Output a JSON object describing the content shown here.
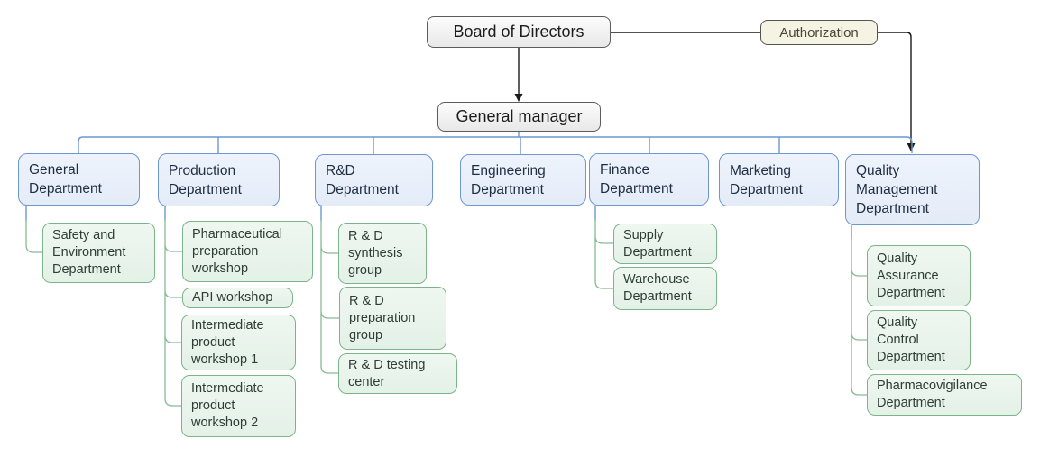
{
  "nodes": {
    "board_of_directors": {
      "label": "Board of Directors"
    },
    "authorization": {
      "label": "Authorization"
    },
    "general_manager": {
      "label": "General manager"
    },
    "departments": [
      {
        "label": "General Department",
        "children": [
          "Safety and Environment Department"
        ]
      },
      {
        "label": "Production Department",
        "children": [
          "Pharmaceutical preparation workshop",
          "API workshop",
          "Intermediate product workshop 1",
          "Intermediate product workshop 2"
        ]
      },
      {
        "label": "R&D Department",
        "children": [
          "R & D synthesis group",
          "R & D preparation group",
          "R & D testing center"
        ]
      },
      {
        "label": "Engineering Department",
        "children": []
      },
      {
        "label": "Finance Department",
        "children": [
          "Supply Department",
          "Warehouse Department"
        ]
      },
      {
        "label": "Marketing Department",
        "children": []
      },
      {
        "label": "Quality Management Department",
        "children": [
          "Quality Assurance Department",
          "Quality Control Department",
          "Pharmacovigilance Department"
        ]
      }
    ]
  },
  "colors": {
    "department_fill": "#e9f0fa",
    "department_border": "#6b97d3",
    "sub_fill": "#eaf5ec",
    "sub_border": "#7cb489",
    "executive_fill": "#f2f2f2",
    "executive_border": "#5c5c5c",
    "authorization_fill": "#f4f3e4",
    "authorization_border": "#55554d",
    "line_black": "#1a1a1a",
    "line_blue": "#6b97d3",
    "line_green": "#86bb92"
  }
}
